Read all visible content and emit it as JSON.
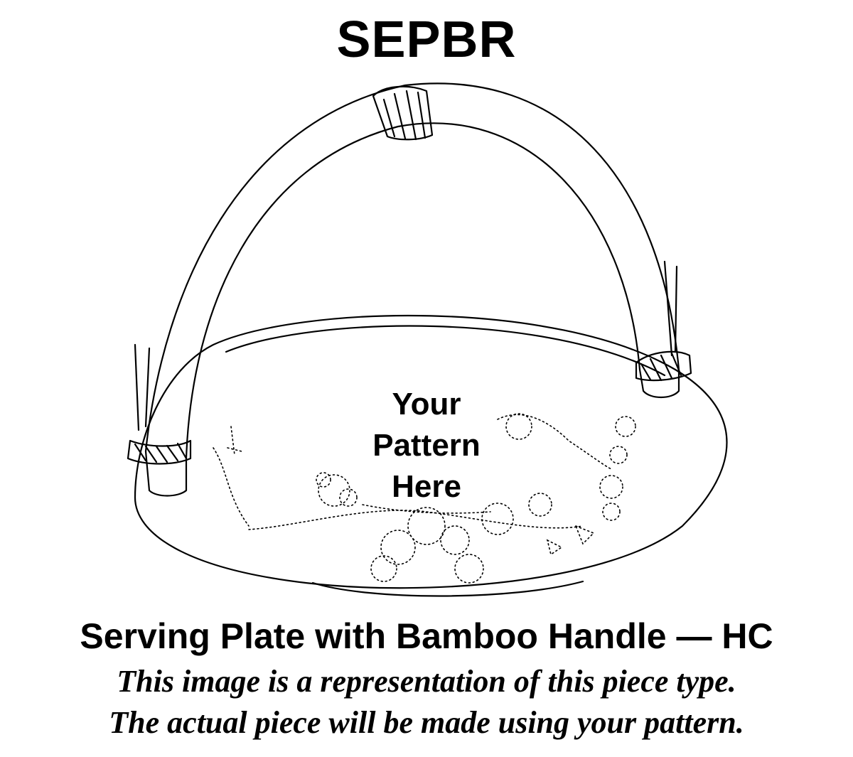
{
  "header": {
    "code": "SEPBR"
  },
  "illustration": {
    "pattern_placeholder": {
      "line1": "Your",
      "line2": "Pattern",
      "line3": "Here"
    }
  },
  "footer": {
    "product_name": "Serving Plate with Bamboo Handle — HC",
    "disclaimer_line1": "This image is a representation of this piece type.",
    "disclaimer_line2": "The actual piece will be made using your pattern."
  }
}
